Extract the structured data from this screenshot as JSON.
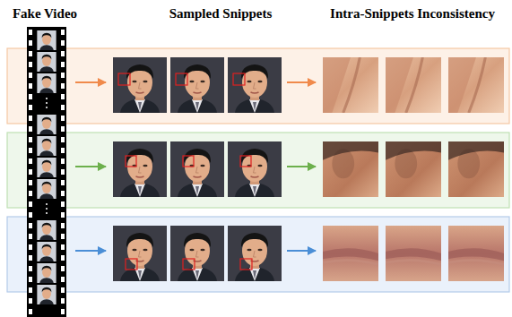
{
  "diagram": {
    "labels": [
      "Fake Video",
      "Sampled Snippets",
      "Intra-Snippets Inconsistency"
    ]
  }
}
